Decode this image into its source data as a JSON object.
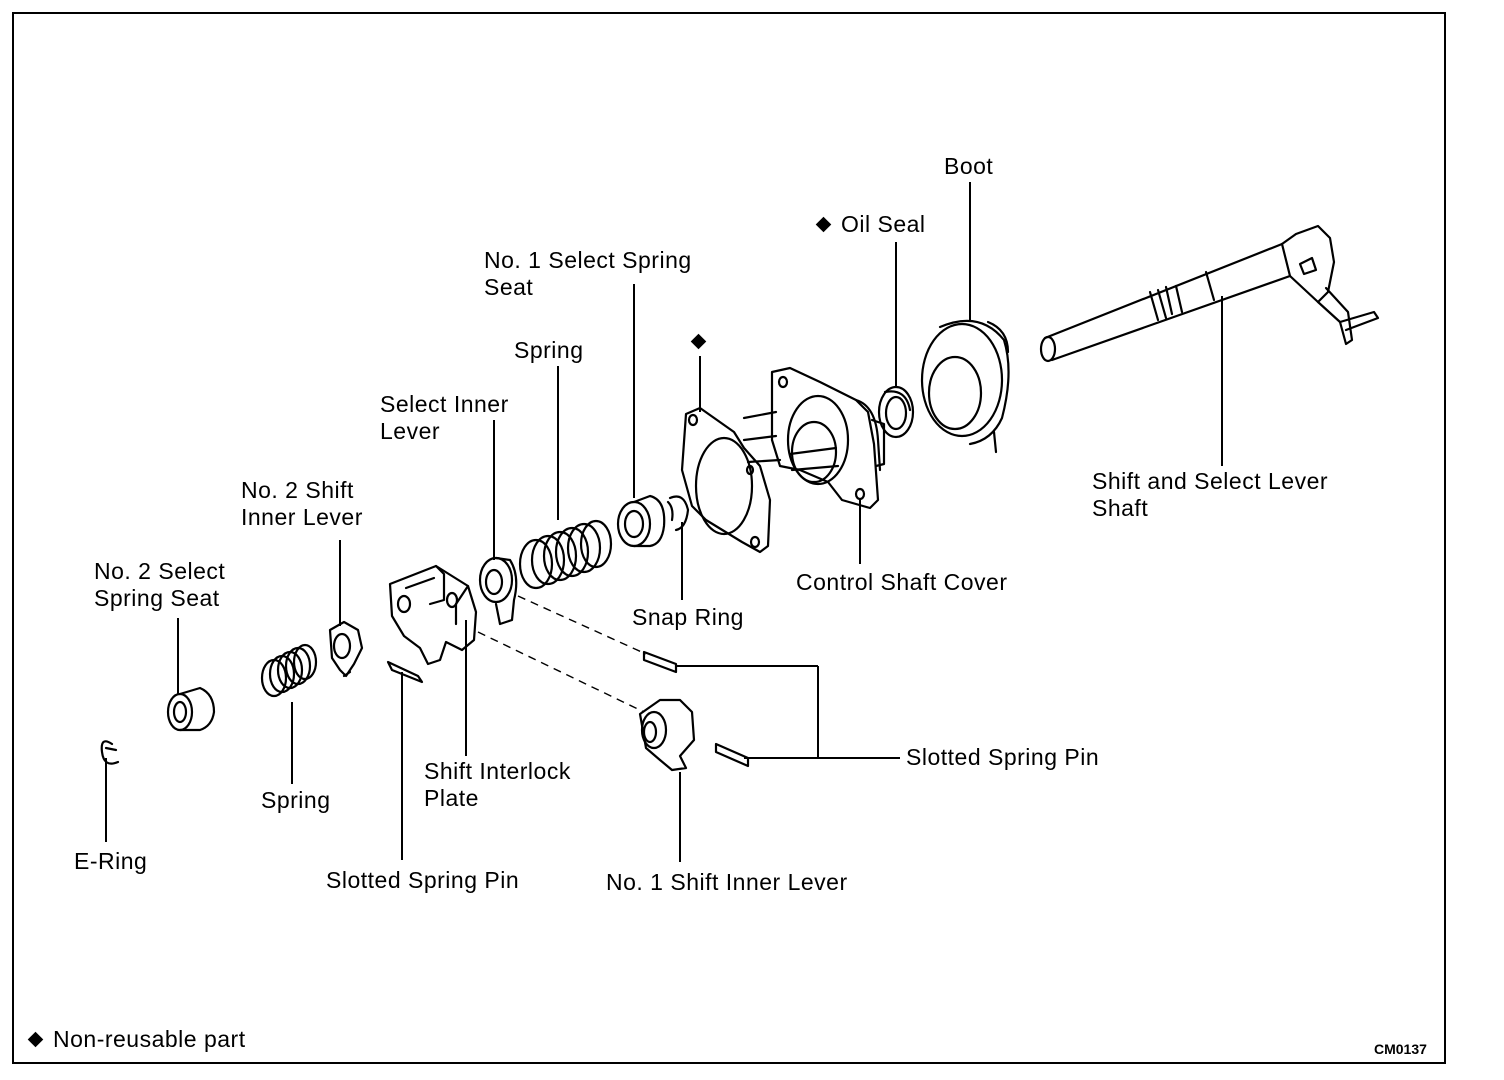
{
  "labels": {
    "boot": "Boot",
    "oil_seal": "Oil Seal",
    "no1_select_spring_seat": "No. 1 Select Spring\nSeat",
    "spring_upper": "Spring",
    "select_inner_lever": "Select Inner\nLever",
    "no2_shift_inner_lever": "No. 2 Shift\nInner Lever",
    "no2_select_spring_seat": "No. 2 Select\nSpring Seat",
    "shift_select_lever_shaft": "Shift and Select Lever\nShaft",
    "control_shaft_cover": "Control Shaft Cover",
    "snap_ring": "Snap Ring",
    "slotted_spring_pin_right": "Slotted Spring Pin",
    "shift_interlock_plate": "Shift Interlock\nPlate",
    "spring_lower": "Spring",
    "e_ring": "E-Ring",
    "slotted_spring_pin_left": "Slotted Spring Pin",
    "no1_shift_inner_lever": "No. 1 Shift Inner Lever"
  },
  "legend": {
    "text": "Non-reusable part",
    "marker": "diamond"
  },
  "figure_code": "CM0137"
}
